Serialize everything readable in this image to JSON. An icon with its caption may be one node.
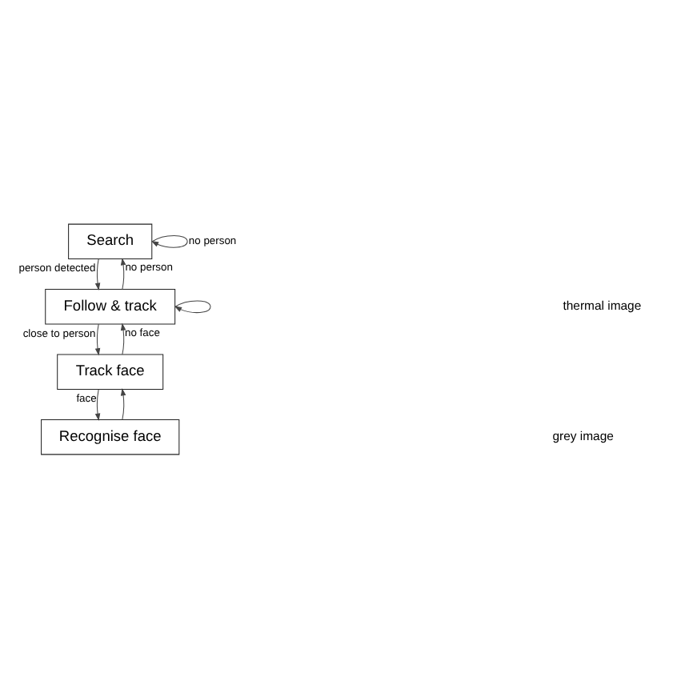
{
  "diagram": {
    "nodes": [
      {
        "text": [
          "Search"
        ]
      },
      {
        "text": [
          "Follow & track"
        ]
      },
      {
        "text": [
          "Track face"
        ]
      },
      {
        "text": [
          "Recognise face"
        ]
      }
    ],
    "edges": [
      {
        "from": 0,
        "to": 0,
        "arrow": "to",
        "label": "no person"
      },
      {
        "from": 0,
        "to": 1,
        "arrow": "to",
        "label": "person detected"
      },
      {
        "from": 1,
        "to": 0,
        "arrow": "to",
        "label": "no person"
      },
      {
        "from": 1,
        "to": 1,
        "arrow": "to"
      },
      {
        "from": 1,
        "to": 2,
        "arrow": "to",
        "label": "close to person"
      },
      {
        "from": 2,
        "to": 1,
        "arrow": "to",
        "label": "no face"
      },
      {
        "from": 2,
        "to": 3,
        "arrow": "to",
        "label": "face"
      },
      {
        "from": 3,
        "to": 2,
        "arrow": "to"
      }
    ],
    "labels": [
      "thermal image",
      "grey image"
    ]
  }
}
